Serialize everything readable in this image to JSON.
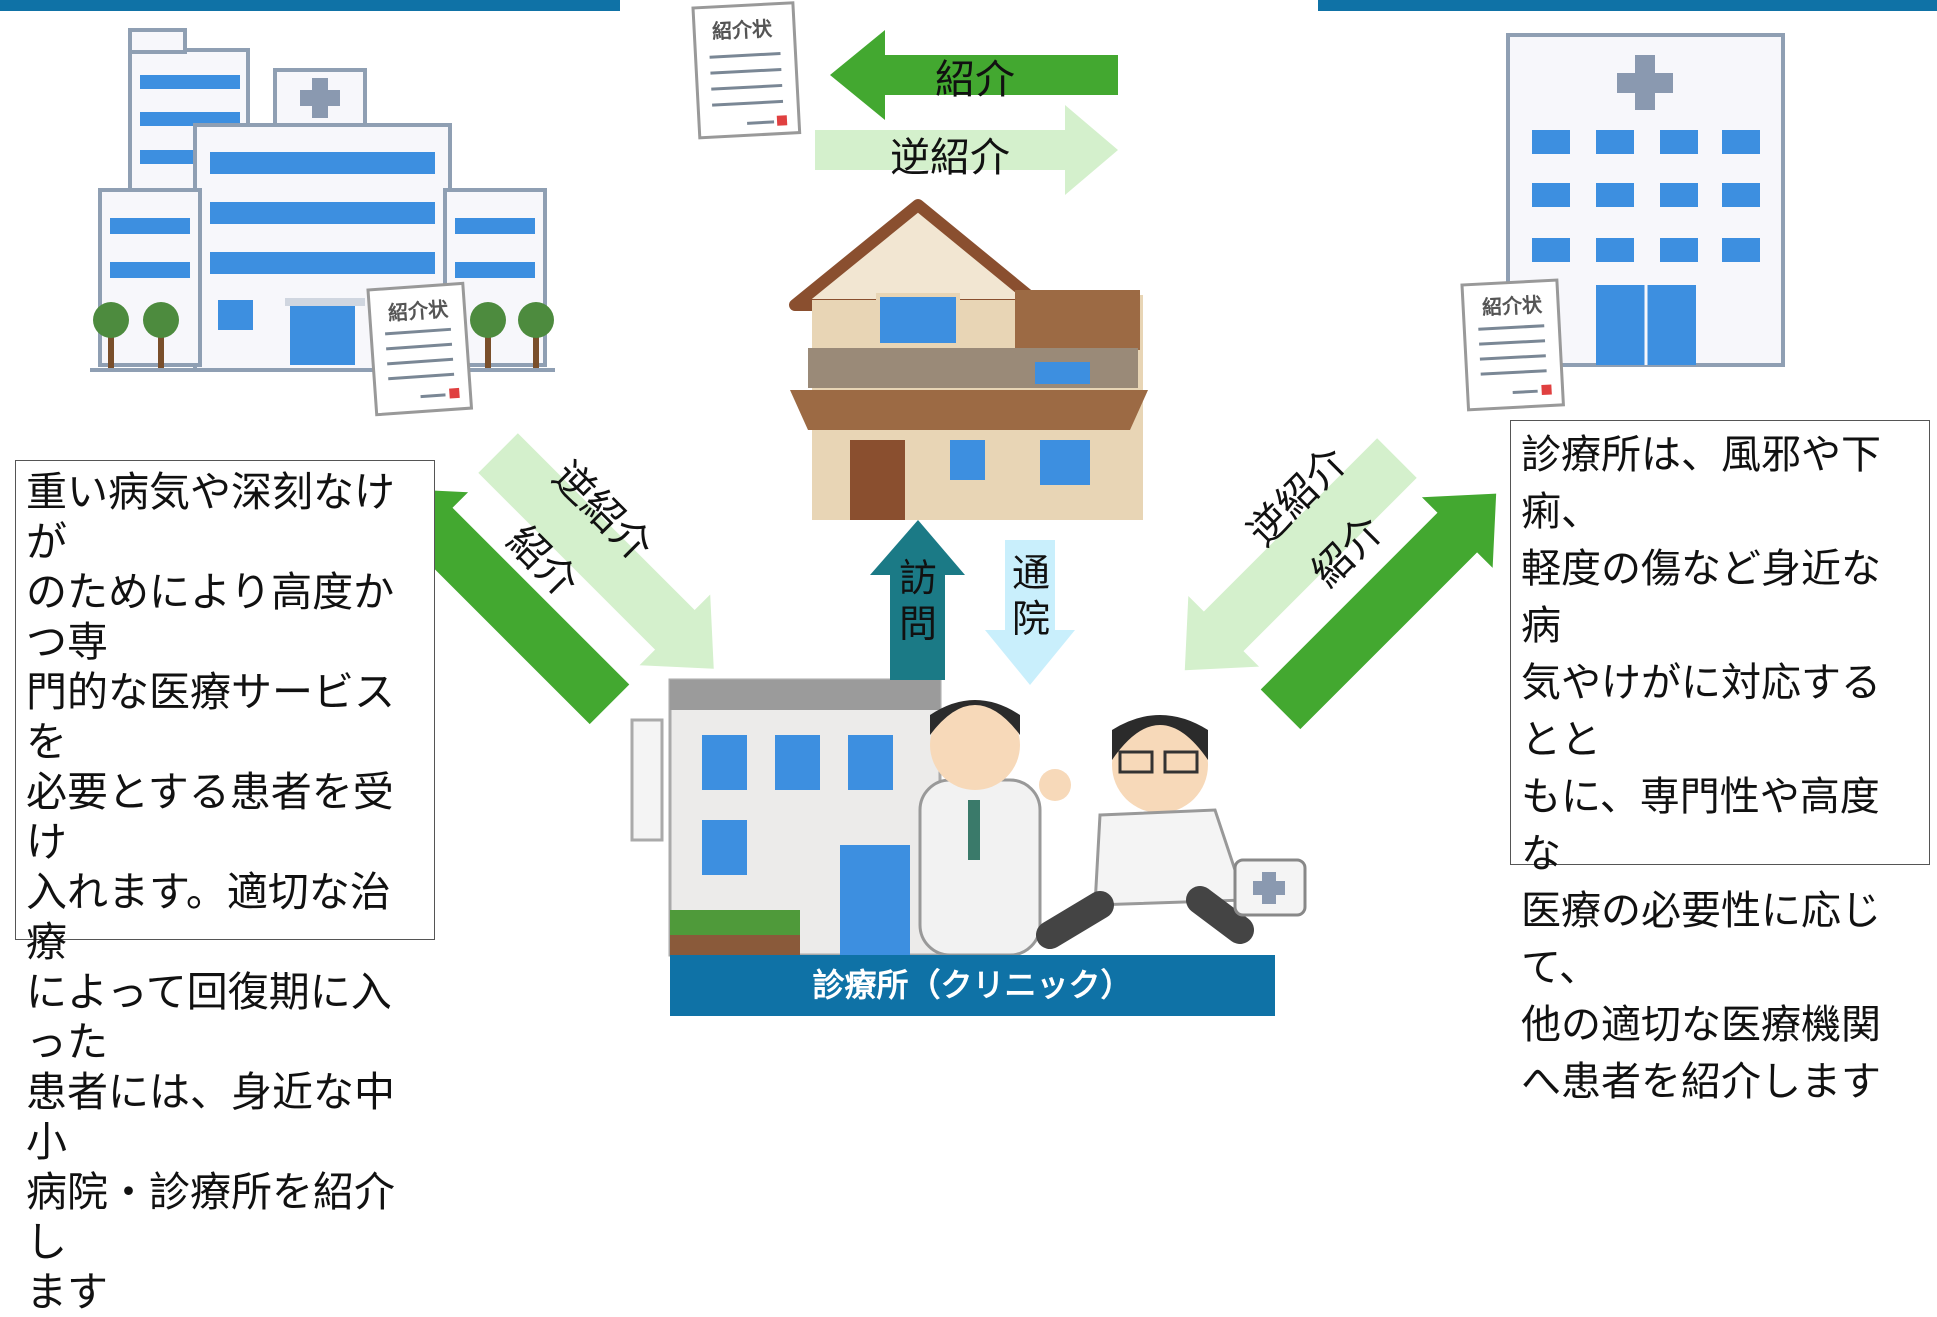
{
  "arrows": {
    "top_referral": "紹介",
    "top_reverse_referral": "逆紹介",
    "left_reverse_referral": "逆紹介",
    "left_referral": "紹介",
    "right_reverse_referral": "逆紹介",
    "right_referral": "紹介",
    "visit": [
      "訪",
      "問"
    ],
    "outpatient": [
      "通",
      "院"
    ]
  },
  "left_description": {
    "lines": [
      "重い病気や深刻なけが",
      "のためにより高度かつ専",
      "門的な医療サービスを",
      "必要とする患者を受け",
      "入れます。適切な治療",
      "によって回復期に入った",
      "患者には、身近な中小",
      "病院・診療所を紹介し",
      "ます"
    ]
  },
  "right_description": {
    "lines": [
      "診療所は、風邪や下痢、",
      "軽度の傷など身近な病",
      "気やけがに対応するとと",
      "もに、専門性や高度な",
      "医療の必要性に応じて、",
      "他の適切な医療機関",
      "へ患者を紹介します"
    ]
  },
  "documents": {
    "title": "紹介状"
  },
  "clinic_caption": "診療所（クリニック）",
  "colors": {
    "header_blue": "#0f72a6",
    "referral_green": "#43a830",
    "reverse_green": "#d4f0cc",
    "visit_teal": "#1b7a86",
    "outpatient_cyan": "#c9effc"
  }
}
